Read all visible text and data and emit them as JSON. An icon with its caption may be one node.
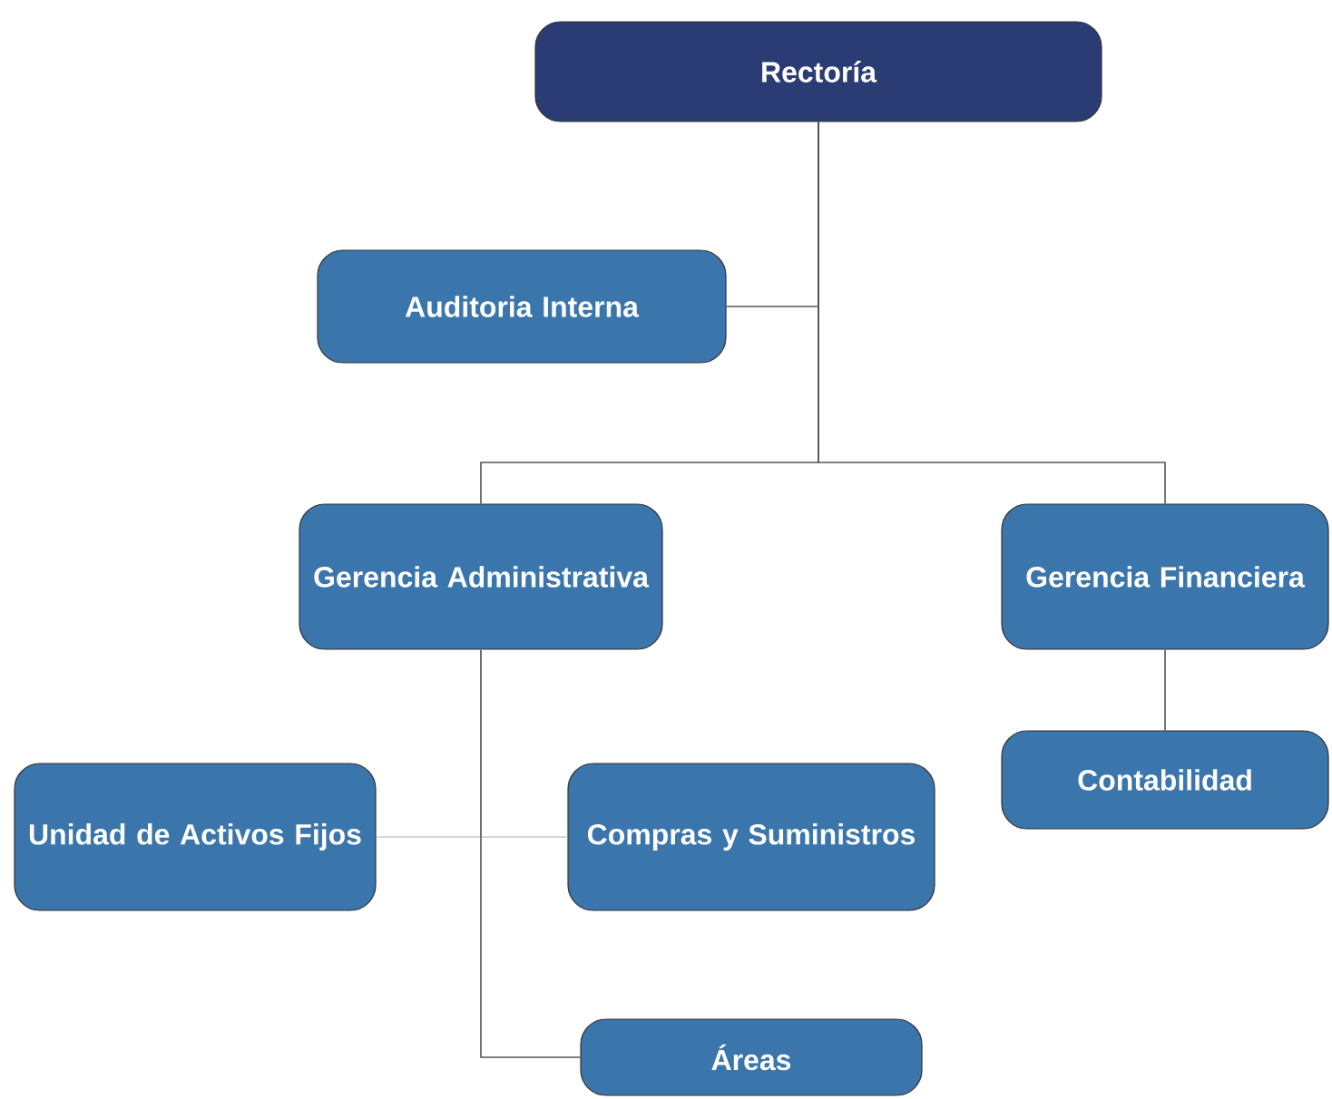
{
  "diagram": {
    "nodes": [
      {
        "text": [
          "Rectoría"
        ]
      },
      {
        "text": [
          "Auditoria Interna"
        ]
      },
      {
        "text": [
          "Gerencia Administrativa"
        ]
      },
      {
        "text": [
          "Gerencia Financiera"
        ]
      },
      {
        "text": [
          "Contabilidad"
        ]
      },
      {
        "text": [
          "Unidad de Activos Fijos"
        ]
      },
      {
        "text": [
          "Compras y Suministros"
        ]
      },
      {
        "text": [
          "Áreas"
        ]
      }
    ],
    "edges": [
      {
        "from": 0,
        "to": 2,
        "arrow": "none"
      },
      {
        "from": 0,
        "to": 3,
        "arrow": "none"
      },
      {
        "from": 0,
        "to": 1,
        "arrow": "none"
      },
      {
        "from": 3,
        "to": 4,
        "arrow": "none"
      },
      {
        "from": 2,
        "to": 5,
        "arrow": "none",
        "color": "#cccccc"
      },
      {
        "from": 2,
        "to": 6,
        "arrow": "none",
        "color": "#cccccc"
      },
      {
        "from": 2,
        "to": 7,
        "arrow": "none"
      }
    ]
  }
}
